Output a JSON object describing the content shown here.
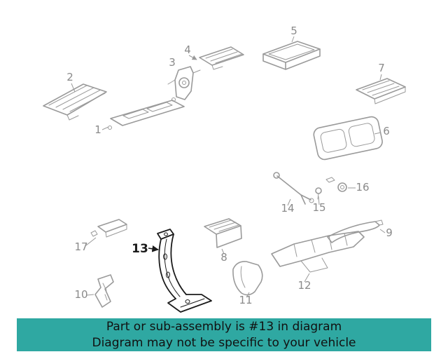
{
  "diagram": {
    "callouts": [
      "1",
      "2",
      "3",
      "4",
      "5",
      "6",
      "7",
      "8",
      "9",
      "10",
      "11",
      "12",
      "13",
      "14",
      "15",
      "16",
      "17"
    ],
    "highlighted_part": "13"
  },
  "banner": {
    "line1": "Part or sub-assembly is #13 in diagram",
    "line2": "Diagram may not be specific to your vehicle"
  },
  "colors": {
    "banner_bg": "#2fa8a2",
    "diagram_line": "#9a9a9a",
    "callout_text": "#8a8a8a",
    "highlight": "#1b1b1b",
    "background": "#ffffff"
  }
}
